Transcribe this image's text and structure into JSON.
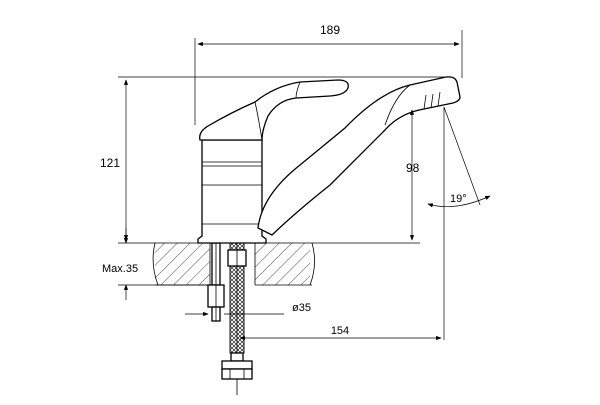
{
  "dimensions": {
    "total_length": "189",
    "total_height": "121",
    "spout_height": "98",
    "spout_angle": "19°",
    "max_countertop": "Max.35",
    "hole_diameter": "ø35",
    "spout_reach": "154"
  }
}
